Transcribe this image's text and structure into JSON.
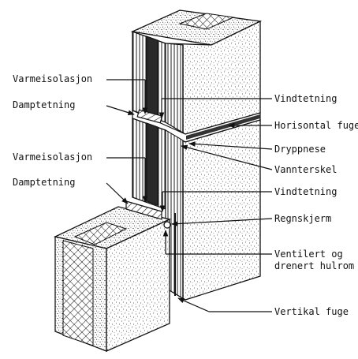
{
  "diagram": {
    "labels_left": [
      {
        "id": "varmeisolasjon-1",
        "text": "Varmeisolasjon"
      },
      {
        "id": "damptetning-1",
        "text": "Damptetning"
      },
      {
        "id": "varmeisolasjon-2",
        "text": "Varmeisolasjon"
      },
      {
        "id": "damptetning-2",
        "text": "Damptetning"
      }
    ],
    "labels_right": [
      {
        "id": "vindtetning-1",
        "text": "Vindtetning"
      },
      {
        "id": "horisontal-fuge",
        "text": "Horisontal fuge"
      },
      {
        "id": "dryppnese",
        "text": "Dryppnese"
      },
      {
        "id": "vannterskel",
        "text": "Vannterskel"
      },
      {
        "id": "vindtetning-2",
        "text": "Vindtetning"
      },
      {
        "id": "regnskjerm",
        "text": "Regnskjerm"
      },
      {
        "id": "ventilert-1",
        "text": "Ventilert og"
      },
      {
        "id": "ventilert-2",
        "text": "drenert hulrom"
      },
      {
        "id": "vertikal-fuge",
        "text": "Vertikal fuge"
      }
    ],
    "colors": {
      "ink": "#111111",
      "paper": "#ffffff",
      "stipple": "#555555"
    }
  }
}
